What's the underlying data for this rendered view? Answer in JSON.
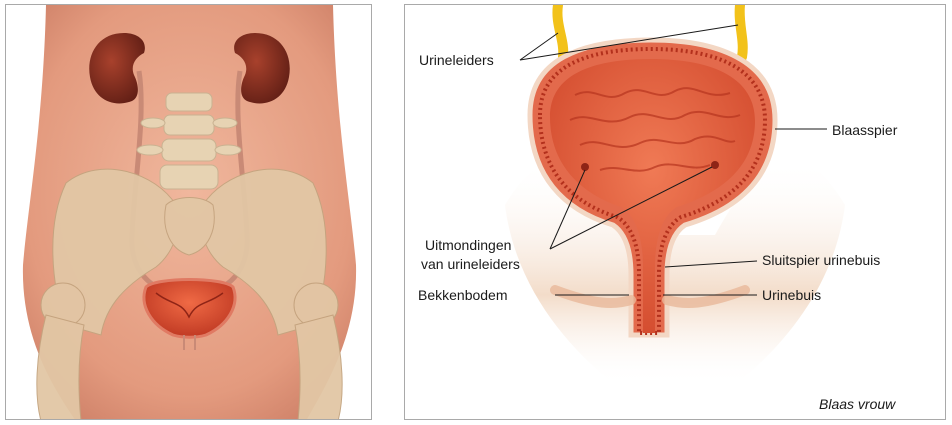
{
  "left_figure": {
    "organs": [
      "kidney-left",
      "kidney-right",
      "ureter-left",
      "ureter-right",
      "spine",
      "pelvis",
      "bladder"
    ]
  },
  "right_figure": {
    "labels": {
      "ureters": "Urineleiders",
      "bladder_muscle": "Blaasspier",
      "ureter_openings_line1": "Uitmondingen",
      "ureter_openings_line2": "van urineleiders",
      "urethral_sphincter": "Sluitspier urinebuis",
      "pelvic_floor": "Bekkenbodem",
      "urethra": "Urinebuis"
    },
    "caption": "Blaas vrouw"
  },
  "colors": {
    "skin": "#e8a98e",
    "bone": "#e7d3b3",
    "kidney": "#7a2a1e",
    "bladder": "#d9553a",
    "ureter_yellow": "#f2c21a"
  }
}
